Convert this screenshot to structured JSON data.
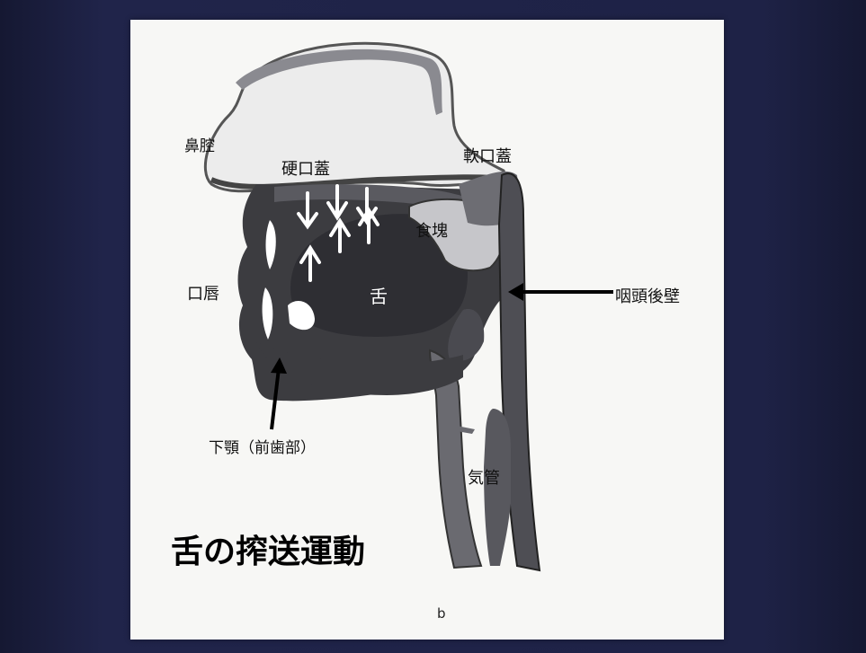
{
  "labels": {
    "nasal_cavity": "鼻腔",
    "hard_palate": "硬口蓋",
    "soft_palate": "軟口蓋",
    "food_bolus": "食塊",
    "lips": "口唇",
    "tongue": "舌",
    "posterior_pharyngeal_wall": "咽頭後壁",
    "mandible": "下顎（前歯部）",
    "trachea": "気管"
  },
  "caption": "舌の搾送運動",
  "panel_letter": "b",
  "colors": {
    "background": "#1c1f3d",
    "panel": "#f7f7f5",
    "tissue_dark": "#3a3a3e",
    "tissue_mid": "#7a7a80",
    "tissue_light": "#b8b8bc"
  }
}
